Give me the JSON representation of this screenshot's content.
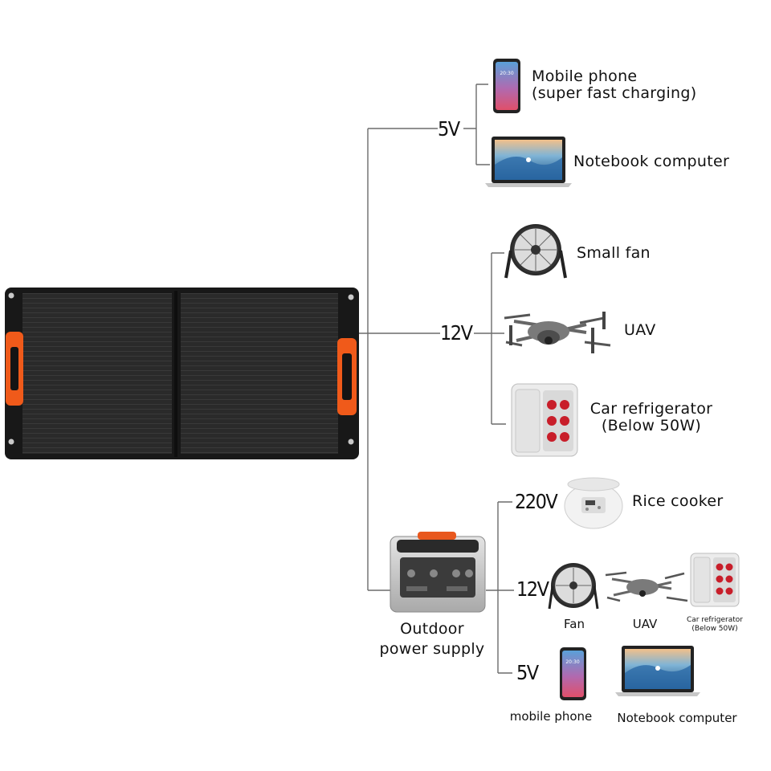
{
  "source": {
    "name": "solar-panel"
  },
  "groups": [
    {
      "voltage": "5V",
      "devices": [
        {
          "icon": "mobile-phone-icon",
          "label_lines": [
            "Mobile phone",
            "(super fast charging)"
          ]
        },
        {
          "icon": "laptop-icon",
          "label_lines": [
            "Notebook computer"
          ]
        }
      ]
    },
    {
      "voltage": "12V",
      "devices": [
        {
          "icon": "fan-icon",
          "label_lines": [
            "Small fan"
          ]
        },
        {
          "icon": "drone-icon",
          "label_lines": [
            "UAV"
          ]
        },
        {
          "icon": "car-refrigerator-icon",
          "label_lines": [
            "Car refrigerator",
            "(Below 50W)"
          ]
        }
      ]
    },
    {
      "node_label_lines": [
        "Outdoor",
        "power supply"
      ],
      "node_icon": "power-station-icon",
      "sub_groups": [
        {
          "voltage": "220V",
          "devices": [
            {
              "icon": "rice-cooker-icon",
              "label": "Rice cooker"
            }
          ]
        },
        {
          "voltage": "12V",
          "devices": [
            {
              "icon": "fan-icon",
              "label": "Fan"
            },
            {
              "icon": "drone-icon",
              "label": "UAV"
            },
            {
              "icon": "car-refrigerator-icon",
              "label_lines": [
                "Car refrigerator",
                "(Below 50W)"
              ]
            }
          ]
        },
        {
          "voltage": "5V",
          "devices": [
            {
              "icon": "mobile-phone-icon",
              "label": "mobile phone"
            },
            {
              "icon": "laptop-icon",
              "label": "Notebook computer"
            }
          ]
        }
      ]
    }
  ],
  "colors": {
    "line": "#6b6b6b",
    "panel": "#1c1c1c",
    "handle": "#f05a1a"
  }
}
